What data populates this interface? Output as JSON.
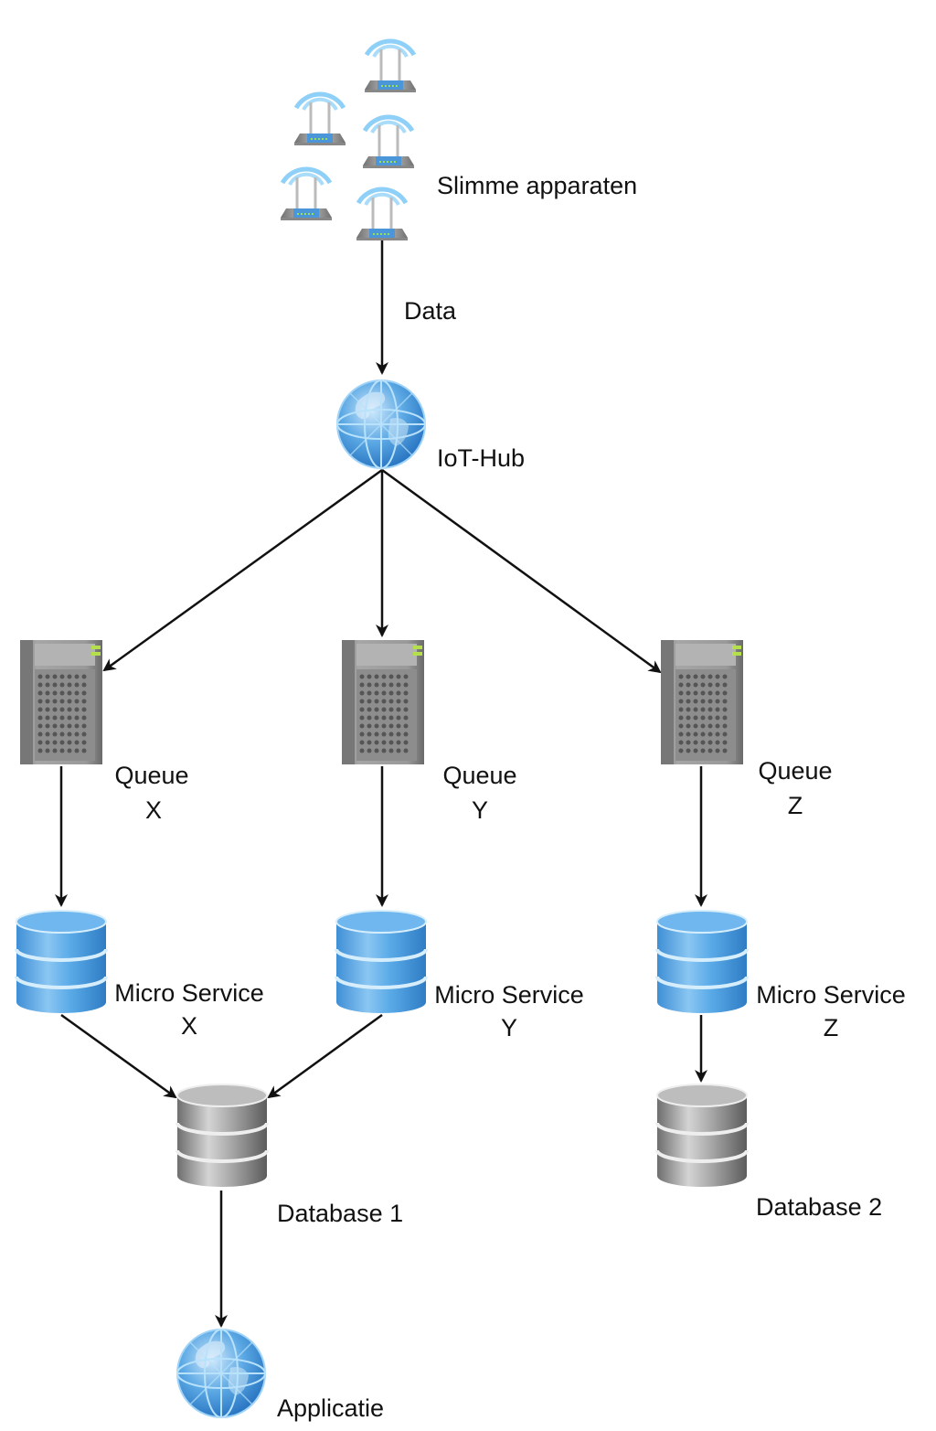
{
  "diagram": {
    "nodes": {
      "devices": {
        "label": "Slimme apparaten",
        "icon": "wifi-router-icon",
        "count": 5
      },
      "iothub": {
        "label": "IoT-Hub",
        "icon": "globe-icon"
      },
      "queue_x": {
        "label_line1": "Queue",
        "label_line2": "X",
        "icon": "server-icon"
      },
      "queue_y": {
        "label_line1": "Queue",
        "label_line2": "Y",
        "icon": "server-icon"
      },
      "queue_z": {
        "label_line1": "Queue",
        "label_line2": "Z",
        "icon": "server-icon"
      },
      "ms_x": {
        "label_line1": "Micro Service",
        "label_line2": "X",
        "icon": "database-blue-icon"
      },
      "ms_y": {
        "label_line1": "Micro Service",
        "label_line2": "Y",
        "icon": "database-blue-icon"
      },
      "ms_z": {
        "label_line1": "Micro Service",
        "label_line2": "Z",
        "icon": "database-blue-icon"
      },
      "db1": {
        "label": "Database 1",
        "icon": "database-gray-icon"
      },
      "db2": {
        "label": "Database 2",
        "icon": "database-gray-icon"
      },
      "app": {
        "label": "Applicatie",
        "icon": "globe-icon"
      }
    },
    "edges": [
      {
        "from": "devices",
        "to": "iothub",
        "label": "Data"
      },
      {
        "from": "iothub",
        "to": "queue_x",
        "label": ""
      },
      {
        "from": "iothub",
        "to": "queue_y",
        "label": ""
      },
      {
        "from": "iothub",
        "to": "queue_z",
        "label": ""
      },
      {
        "from": "queue_x",
        "to": "ms_x",
        "label": ""
      },
      {
        "from": "queue_y",
        "to": "ms_y",
        "label": ""
      },
      {
        "from": "queue_z",
        "to": "ms_z",
        "label": ""
      },
      {
        "from": "ms_x",
        "to": "db1",
        "label": ""
      },
      {
        "from": "ms_y",
        "to": "db1",
        "label": ""
      },
      {
        "from": "ms_z",
        "to": "db2",
        "label": ""
      },
      {
        "from": "db1",
        "to": "app",
        "label": ""
      }
    ]
  }
}
